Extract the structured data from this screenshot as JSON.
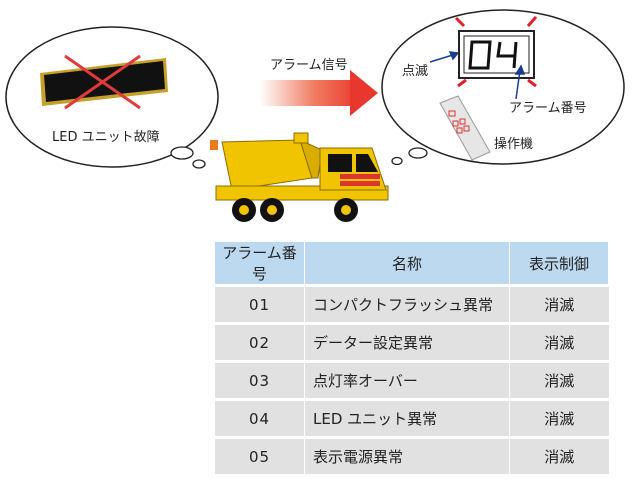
{
  "labels": {
    "led_fault": "LED ユニット故障",
    "alarm_signal": "アラーム信号",
    "blink": "点滅",
    "alarm_number": "アラーム番号",
    "operator": "操作機"
  },
  "display_digits": "04",
  "table": {
    "headers": [
      "アラーム番号",
      "名称",
      "表示制御"
    ],
    "rows": [
      {
        "code": "01",
        "name": "コンパクトフラッシュ異常",
        "control": "消滅"
      },
      {
        "code": "02",
        "name": "データー設定異常",
        "control": "消滅"
      },
      {
        "code": "03",
        "name": "点灯率オーバー",
        "control": "消滅"
      },
      {
        "code": "04",
        "name": "LED ユニット異常",
        "control": "消滅"
      },
      {
        "code": "05",
        "name": "表示電源異常",
        "control": "消滅"
      }
    ]
  },
  "colors": {
    "arrow": "#e8382d",
    "table_header": "#bcd9ef",
    "table_row": "#e1e1e1",
    "truck_yellow": "#f1c400",
    "cross": "#e03a3a"
  }
}
